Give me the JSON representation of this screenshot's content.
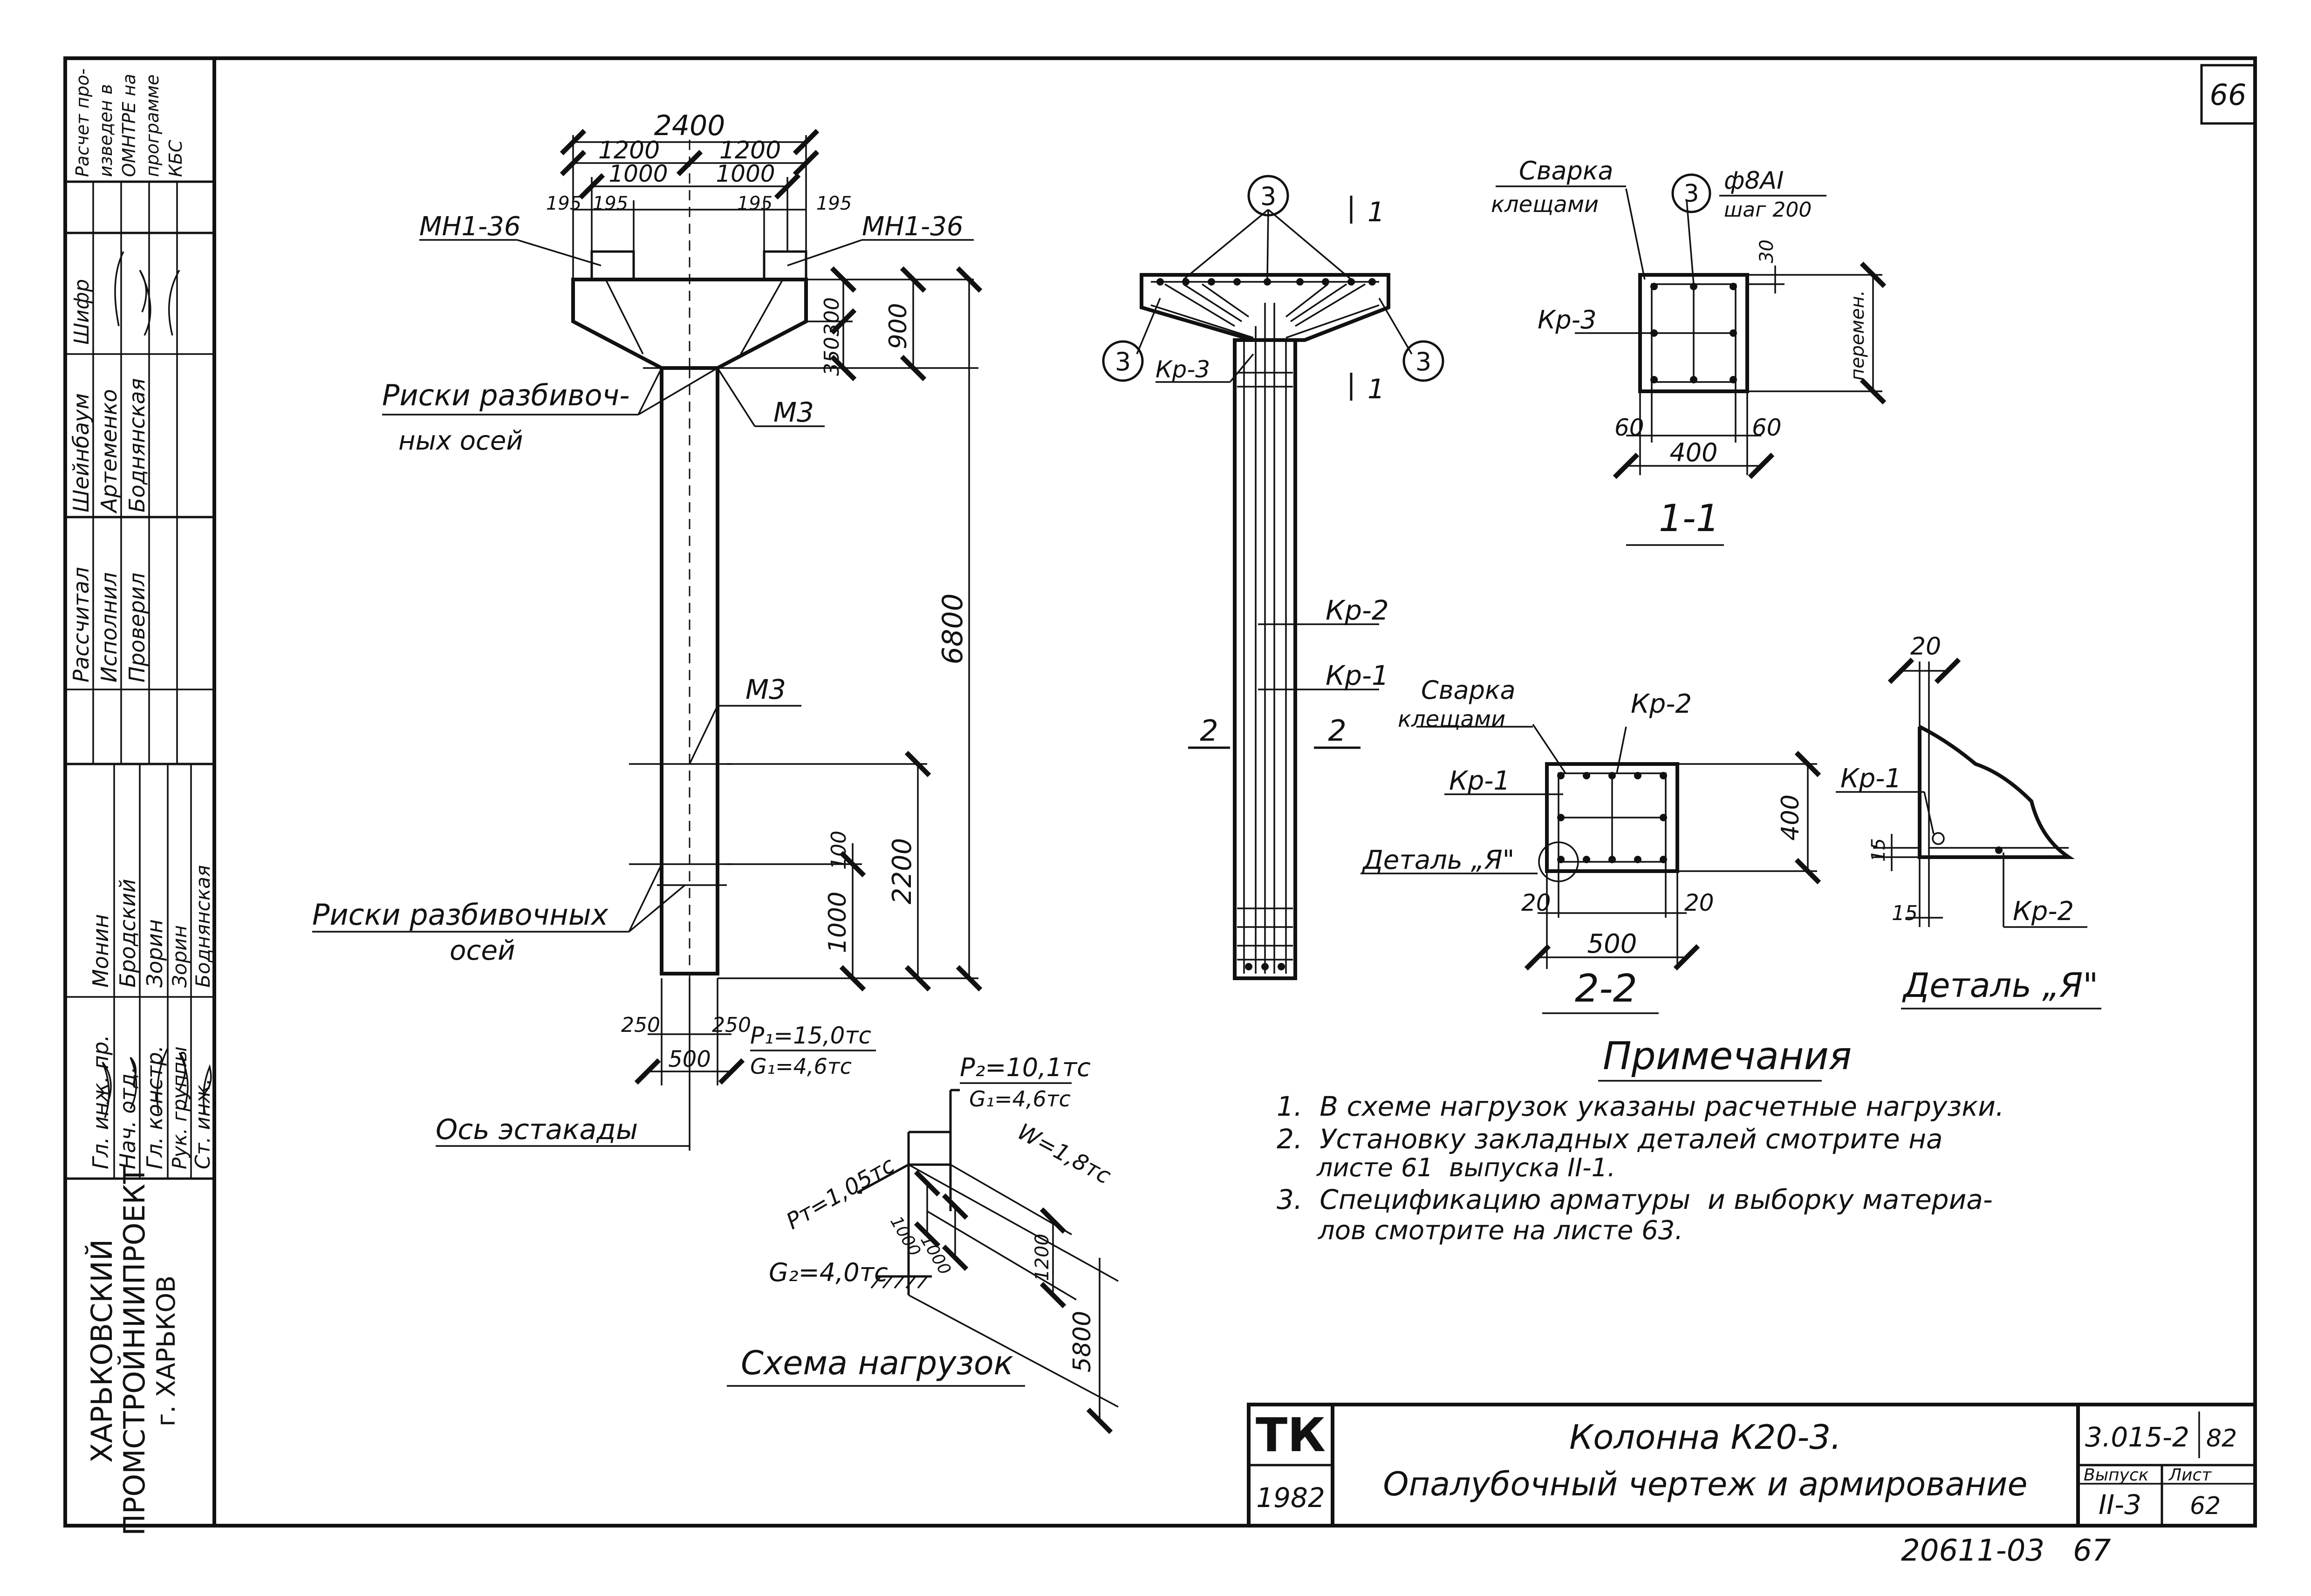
{
  "sheet": {
    "page_number": "66",
    "bottom_note": "20611-03   67"
  },
  "side_stamp": {
    "org_line1": "ХАРЬКОВСКИЙ",
    "org_line2": "ПРОМСТРОЙНИИПРОЕКТ",
    "org_line3": "г. ХАРЬКОВ",
    "roles_left": [
      "Гл. инж. пр.",
      "Нач. отд.",
      "Гл. констр.",
      "Рук. группы",
      "Ст. инж."
    ],
    "names_left": [
      "Монин",
      "Бродский",
      "Зорин",
      "Зорин",
      "Боднянская"
    ],
    "roles_right": [
      "Рассчитал",
      "Исполнил",
      "Проверил"
    ],
    "names_right": [
      "Шейнбаум",
      "Артеменко",
      "Боднянская"
    ],
    "top_note": [
      "Расчет про-",
      "изведен в",
      "ОМНТРЕ на",
      "программе",
      "КБС"
    ],
    "top_label": "Шифр"
  },
  "elevation": {
    "dim_total": "2400",
    "dim_half_left": "1200",
    "dim_half_right": "1200",
    "dim_inner_left": "1000",
    "dim_inner_right": "1000",
    "dim_edge_195": "195",
    "label_mh_left": "МН1-36",
    "label_mh_right": "МН1-36",
    "dim_300": "300",
    "dim_350": "350",
    "dim_900": "900",
    "dim_6800": "6800",
    "dim_2200": "2200",
    "dim_100": "100",
    "dim_1000": "1000",
    "dim_250_left": "250",
    "dim_500": "500",
    "dim_250_right": "250",
    "risks_upper_1": "Риски разбивоч-",
    "risks_upper_2": "ных осей",
    "m3_upper": "М3",
    "m3_lower": "М3",
    "risks_lower_1": "Риски разбивочных",
    "risks_lower_2": "осей",
    "axis_label": "Ось эстакады"
  },
  "loads": {
    "p1": "P₁=15,0тс",
    "g1_left": "G₁=4,6тс",
    "p2": "P₂=10,1тс",
    "g1_right": "G₁=4,6тс",
    "w": "W=1,8тс",
    "pt": "Pт=1,05тс",
    "g2": "G₂=4,0тс",
    "dim_1000_a": "1000",
    "dim_1000_b": "1000",
    "dim_1200": "1200",
    "dim_5800": "5800",
    "title": "Схема нагрузок"
  },
  "reinforcement": {
    "marker_3": "3",
    "section_1": "1",
    "section_2": "2",
    "kp3": "Кр-3",
    "kp2": "Кр-2",
    "kp1": "Кр-1"
  },
  "section_11": {
    "weld_1": "Сварка",
    "weld_2": "клещами",
    "bar_marker": "3",
    "bar_dia": "ф8АI",
    "bar_step": "шаг 200",
    "kp3": "Кр-3",
    "dim_30": "30",
    "dim_var": "перемен.",
    "dim_60_left": "60",
    "dim_60_right": "60",
    "dim_400": "400",
    "title": "1-1"
  },
  "section_22": {
    "weld_1": "Сварка",
    "weld_2": "клещами",
    "kp2": "Кр-2",
    "kp1": "Кр-1",
    "detail_ref": "Деталь „Я\"",
    "dim_400": "400",
    "dim_20_left": "20",
    "dim_20_right": "20",
    "dim_500": "500",
    "title": "2-2"
  },
  "detail_a": {
    "dim_20": "20",
    "kp1": "Кр-1",
    "dim_15_top": "15",
    "dim_15_bottom": "15",
    "kp2": "Кр-2",
    "title": "Деталь „Я\""
  },
  "notes": {
    "heading": "Примечания",
    "items": [
      "1.  В схеме нагрузок указаны расчетные нагрузки.",
      "2.  Установку закладных деталей смотрите на",
      "     листе 61  выпуска II-1.",
      "3.  Спецификацию арматуры  и выборку материа-",
      "     лов смотрите на листе 63."
    ]
  },
  "title_block": {
    "logo": "ТК",
    "year": "1982",
    "title_line1": "Колонна  К20-3.",
    "title_line2": "Опалубочный чертеж и армирование",
    "code": "3.015-2",
    "code_suffix": "82",
    "issue_label": "Выпуск",
    "sheet_label": "Лист",
    "issue": "II-3",
    "sheet": "62"
  }
}
